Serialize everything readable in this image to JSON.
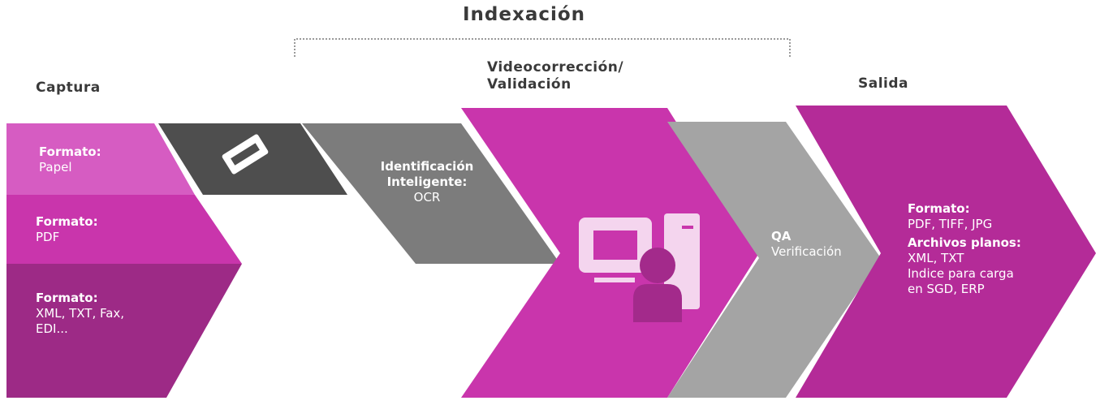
{
  "headers": {
    "indexacion": "Indexación",
    "captura": "Captura",
    "videocorreccion_line1": "Videocorrección/",
    "videocorreccion_line2": "Validación",
    "salida": "Salida"
  },
  "captura": {
    "papel": {
      "label": "Formato:",
      "value": "Papel"
    },
    "pdf": {
      "label": "Formato:",
      "value": "PDF"
    },
    "xml": {
      "label": "Formato:",
      "value_line1": "XML, TXT, Fax,",
      "value_line2": "EDI..."
    }
  },
  "ocr": {
    "line1": "Identificación",
    "line2": "Inteligente:",
    "line3": "OCR"
  },
  "qa": {
    "label": "QA",
    "value": "Verificación"
  },
  "salida": {
    "formato_label": "Formato:",
    "formato_value": "PDF, TIFF, JPG",
    "archivos_label": "Archivos planos:",
    "archivos_line1": "XML, TXT",
    "archivos_line2": "Indice para carga",
    "archivos_line3": "en SGD, ERP"
  },
  "icons": [
    "scanner-icon",
    "computer-user-icon"
  ],
  "colors": {
    "magenta_light": "#d65cc2",
    "magenta": "#c935ac",
    "magenta_dark": "#9d2a86",
    "gray_dark": "#4e4e4e",
    "gray_mid": "#7c7c7c",
    "gray_light": "#a4a4a4",
    "salida": "#b42b98"
  }
}
